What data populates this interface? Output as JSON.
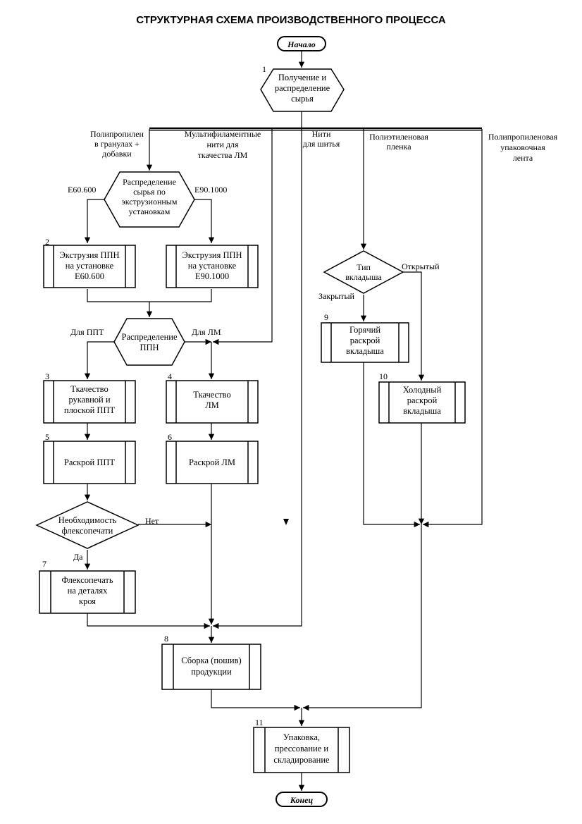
{
  "title": "СТРУКТУРНАЯ СХЕМА ПРОИЗВОДСТВЕННОГО ПРОЦЕССА",
  "nodes": {
    "start": {
      "label": "Начало"
    },
    "end": {
      "label": "Конец"
    },
    "n1": {
      "number": "1",
      "lines": [
        "Получение и",
        "распределение",
        "сырья"
      ]
    },
    "dist_raw": {
      "lines": [
        "Распределение",
        "сырья по",
        "экструзионным",
        "установкам"
      ]
    },
    "n2a": {
      "number": "2",
      "lines": [
        "Экструзия ППН",
        "на установке",
        "E60.600"
      ]
    },
    "n2b": {
      "lines": [
        "Экструзия ППН",
        "на установке",
        "E90.1000"
      ]
    },
    "dist_ppn": {
      "lines": [
        "Распределение",
        "ППН"
      ]
    },
    "n3": {
      "number": "3",
      "lines": [
        "Ткачество",
        "рукавной и",
        "плоской ППТ"
      ]
    },
    "n4": {
      "number": "4",
      "lines": [
        "Ткачество",
        "ЛМ"
      ]
    },
    "n5": {
      "number": "5",
      "lines": [
        "Раскрой ППТ"
      ]
    },
    "n6": {
      "number": "6",
      "lines": [
        "Раскрой ЛМ"
      ]
    },
    "flexo_q": {
      "lines": [
        "Необходимость",
        "флексопечати"
      ]
    },
    "n7": {
      "number": "7",
      "lines": [
        "Флексопечать",
        "на деталях",
        "кроя"
      ]
    },
    "n8": {
      "number": "8",
      "lines": [
        "Сборка (пошив)",
        "продукции"
      ]
    },
    "liner_q": {
      "lines": [
        "Тип",
        "вкладыша"
      ]
    },
    "n9": {
      "number": "9",
      "lines": [
        "Горячий",
        "раскрой",
        "вкладыша"
      ]
    },
    "n10": {
      "number": "10",
      "lines": [
        "Холодный",
        "раскрой",
        "вкладыша"
      ]
    },
    "n11": {
      "number": "11",
      "lines": [
        "Упаковка,",
        "прессование и",
        "складирование"
      ]
    }
  },
  "labels": {
    "pp_granules": [
      "Полипропилен",
      "в гранулах +",
      "добавки"
    ],
    "multifilament": [
      "Мультифиламентные",
      "нити для",
      "ткачества  ЛМ"
    ],
    "threads": [
      "Нити",
      "для шитья"
    ],
    "pe_film": [
      "Полиэтиленовая",
      "пленка"
    ],
    "pp_tape": [
      "Полипропиленовая",
      "упаковочная",
      "лента"
    ],
    "e60": "E60.600",
    "e90": "E90.1000",
    "for_ppt": "Для ППТ",
    "for_lm": "Для ЛМ",
    "no": "Нет",
    "yes": "Да",
    "open": "Открытый",
    "closed": "Закрытый"
  }
}
